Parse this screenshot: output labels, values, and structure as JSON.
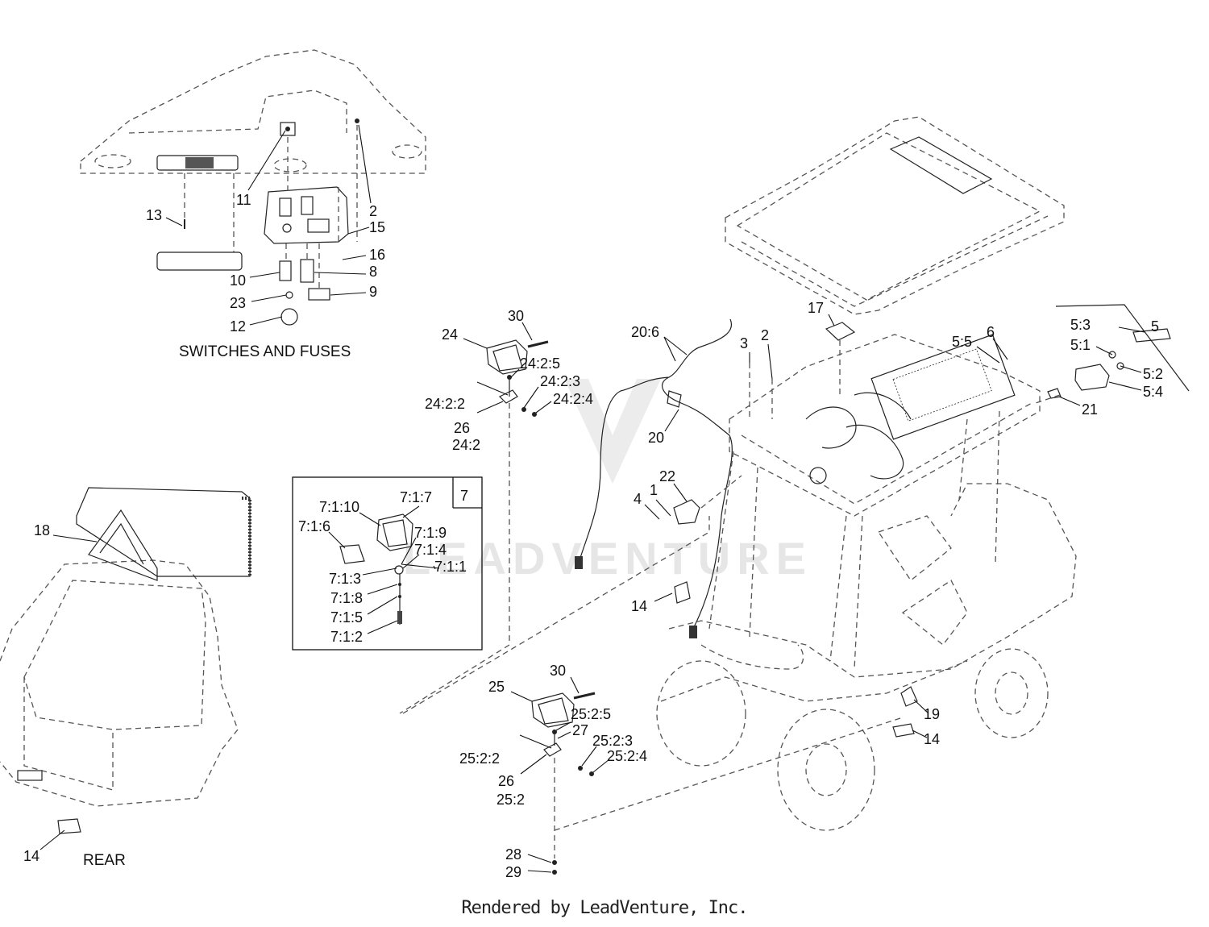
{
  "captions": {
    "switches": "SWITCHES AND FUSES",
    "rear": "REAR"
  },
  "footer": "Rendered by LeadVenture, Inc.",
  "watermark": "LEADVENTURE",
  "callouts": {
    "c13": "13",
    "c11": "11",
    "c2a": "2",
    "c15": "15",
    "c16": "16",
    "c8": "8",
    "c10": "10",
    "c23": "23",
    "c9": "9",
    "c12": "12",
    "c30a": "30",
    "c24": "24",
    "c24_2_5": "24:2:5",
    "c24_2_3": "24:2:3",
    "c24_2_2": "24:2:2",
    "c24_2_4": "24:2:4",
    "c26a": "26",
    "c24_2": "24:2",
    "c20_6": "20:6",
    "c3": "3",
    "c2b": "2",
    "c20": "20",
    "c17": "17",
    "c5_5": "5:5",
    "c6": "6",
    "c5_3": "5:3",
    "c5": "5",
    "c5_1": "5:1",
    "c5_2": "5:2",
    "c5_4": "5:4",
    "c21": "21",
    "c22": "22",
    "c1": "1",
    "c4": "4",
    "c18": "18",
    "c7": "7",
    "c7_1_10": "7:1:10",
    "c7_1_7": "7:1:7",
    "c7_1_6": "7:1:6",
    "c7_1_9": "7:1:9",
    "c7_1_4": "7:1:4",
    "c7_1_3": "7:1:3",
    "c7_1_1": "7:1:1",
    "c7_1_8": "7:1:8",
    "c7_1_5": "7:1:5",
    "c7_1_2": "7:1:2",
    "c14a": "14",
    "c14b": "14",
    "c14c": "14",
    "c19": "19",
    "c30b": "30",
    "c25": "25",
    "c25_2_5": "25:2:5",
    "c27": "27",
    "c25_2_3": "25:2:3",
    "c25_2_2": "25:2:2",
    "c25_2_4": "25:2:4",
    "c26b": "26",
    "c25_2": "25:2",
    "c28": "28",
    "c29": "29"
  }
}
